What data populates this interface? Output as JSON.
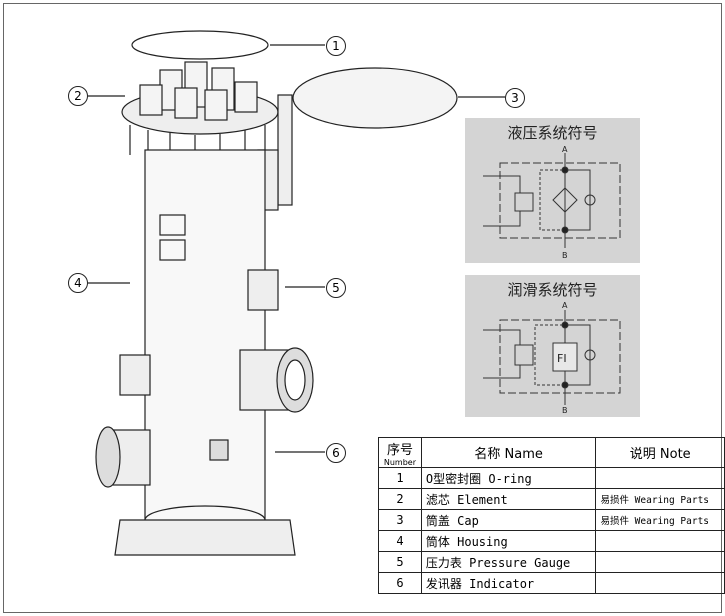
{
  "callouts": [
    "1",
    "2",
    "3",
    "4",
    "5",
    "6"
  ],
  "symbols": {
    "hydraulic_title": "液压系统符号",
    "lubrication_title": "润滑系统符号",
    "port_a": "A",
    "port_b": "B",
    "indicator_label": "FI"
  },
  "table": {
    "headers": {
      "number": "序号",
      "number_en": "Number",
      "name": "名称 Name",
      "note": "说明 Note"
    },
    "rows": [
      {
        "no": "1",
        "name": "O型密封圈 O-ring",
        "note": ""
      },
      {
        "no": "2",
        "name": "滤芯 Element",
        "note": "易损件 Wearing Parts"
      },
      {
        "no": "3",
        "name": "筒盖 Cap",
        "note": "易损件 Wearing Parts"
      },
      {
        "no": "4",
        "name": "筒体 Housing",
        "note": ""
      },
      {
        "no": "5",
        "name": "压力表 Pressure Gauge",
        "note": ""
      },
      {
        "no": "6",
        "name": "发讯器 Indicator",
        "note": ""
      }
    ]
  }
}
